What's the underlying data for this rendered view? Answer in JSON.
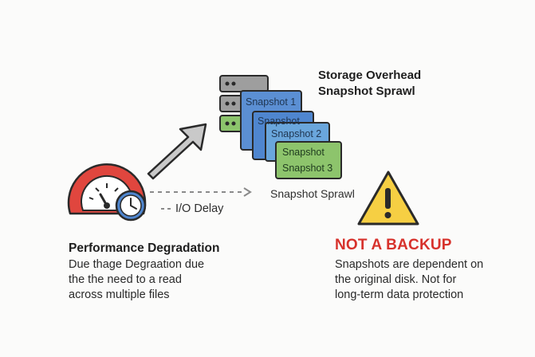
{
  "storage": {
    "title_line1": "Storage Overhead",
    "title_line2": "Snapshot Sprawl",
    "icon": "server-stack-icon"
  },
  "snapshots": [
    {
      "label": "Snapshot 1",
      "color": "#5b8fd3"
    },
    {
      "label": "Snapshot",
      "color": "#4f86cf"
    },
    {
      "label": "Snapshot 2",
      "color": "#6aa6dc"
    },
    {
      "label": "Snapshot",
      "color": "#8dc46c"
    },
    {
      "label": "Snapshot 3",
      "color": "#8dc46c"
    }
  ],
  "sprawl_caption": "Snapshot Sprawl",
  "performance": {
    "title": "Performance Degradation",
    "desc_line1": "Due thage Degraation due",
    "desc_line2": "the the need to a read",
    "desc_line3": "across multiple files",
    "io_label": "I/O Delay",
    "gauge_icon": "speedometer-icon",
    "clock_icon": "clock-icon"
  },
  "warning": {
    "title": "NOT A BACKUP",
    "desc_line1": "Snapshots are dependent on",
    "desc_line2": "the original disk. Not for",
    "desc_line3": "long-term data protection",
    "icon": "warning-triangle-icon"
  },
  "colors": {
    "red": "#e0463e",
    "blue": "#4f86cf",
    "green": "#8dc46c",
    "yellow": "#f6cf43",
    "gray": "#bdbdbd"
  }
}
